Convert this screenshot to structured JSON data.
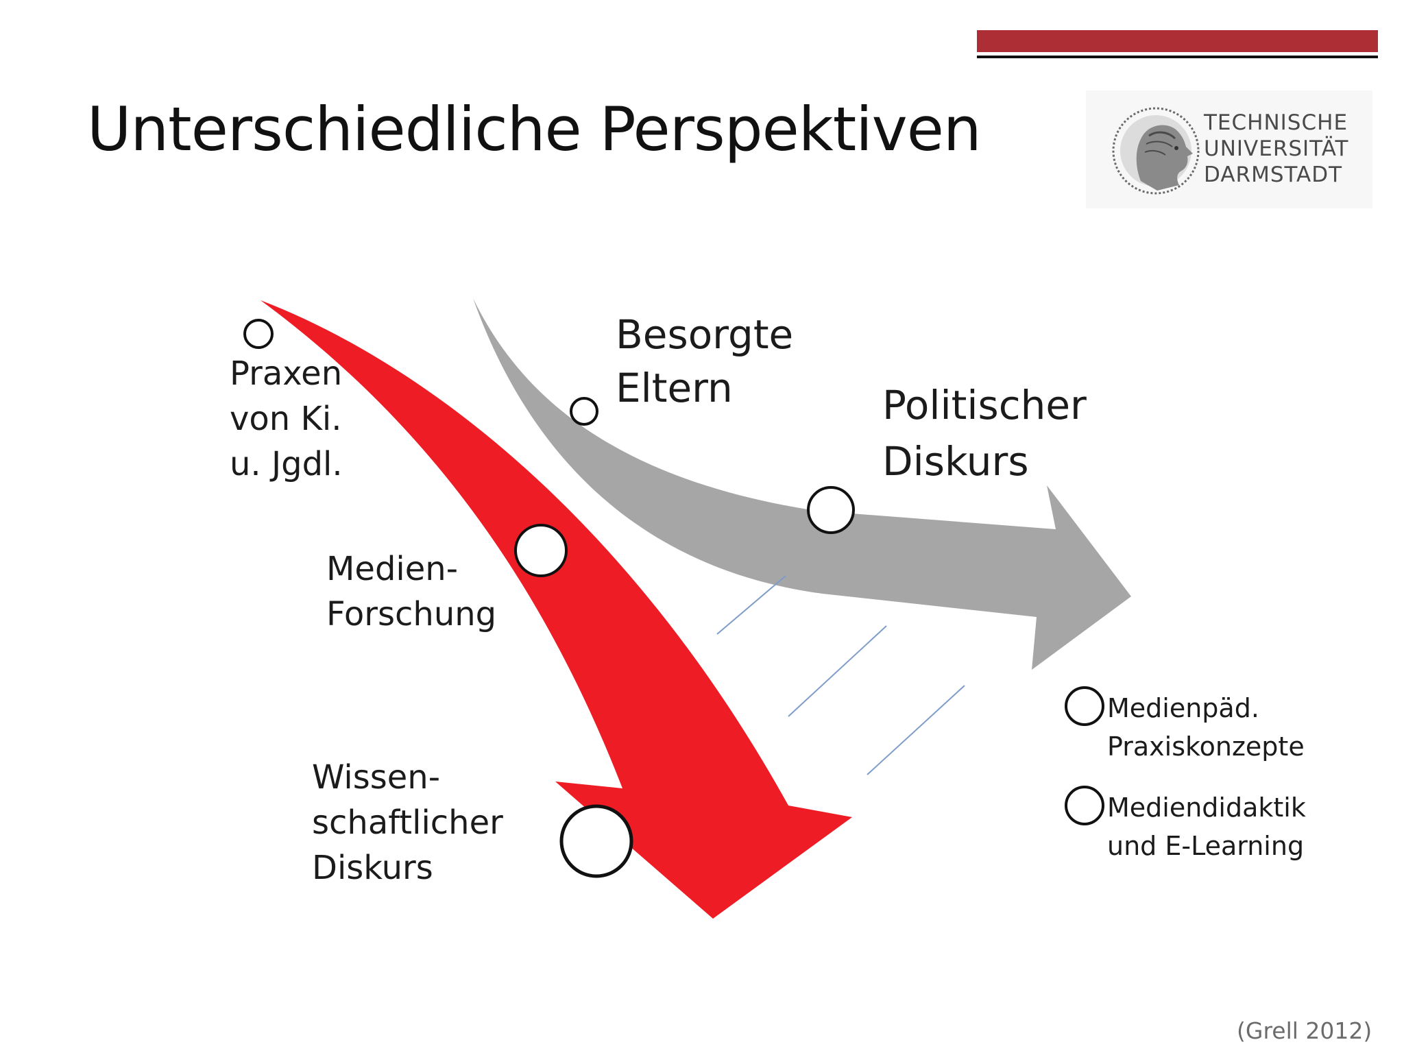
{
  "slide": {
    "title": "Unterschiedliche Perspektiven",
    "citation": "(Grell 2012)"
  },
  "header": {
    "accent_color": "#ad2f35",
    "line_color": "#111111"
  },
  "logo": {
    "icon": "athene-seal-icon",
    "lines": [
      "TECHNISCHE",
      "UNIVERSITÄT",
      "DARMSTADT"
    ]
  },
  "diagram": {
    "arrows": [
      {
        "name": "wissenschaftlich",
        "color": "#ee1c24"
      },
      {
        "name": "politisch",
        "color": "#a6a6a6"
      }
    ],
    "labels": {
      "praxen": [
        "Praxen",
        "von Ki.",
        "u. Jgdl."
      ],
      "medienforschung": [
        "Medien-",
        "Forschung"
      ],
      "wissenschaftlich": [
        "Wissen-",
        "schaftlicher",
        "Diskurs"
      ],
      "eltern": [
        "Besorgte",
        "Eltern"
      ],
      "politisch": [
        "Politischer",
        "Diskurs"
      ],
      "medienpaed": [
        "Medienpäd.",
        "Praxiskonzepte"
      ],
      "mediendidaktik": [
        "Mediendidaktik",
        "und E-Learning"
      ]
    },
    "connector_color": "#7d9cc9"
  }
}
